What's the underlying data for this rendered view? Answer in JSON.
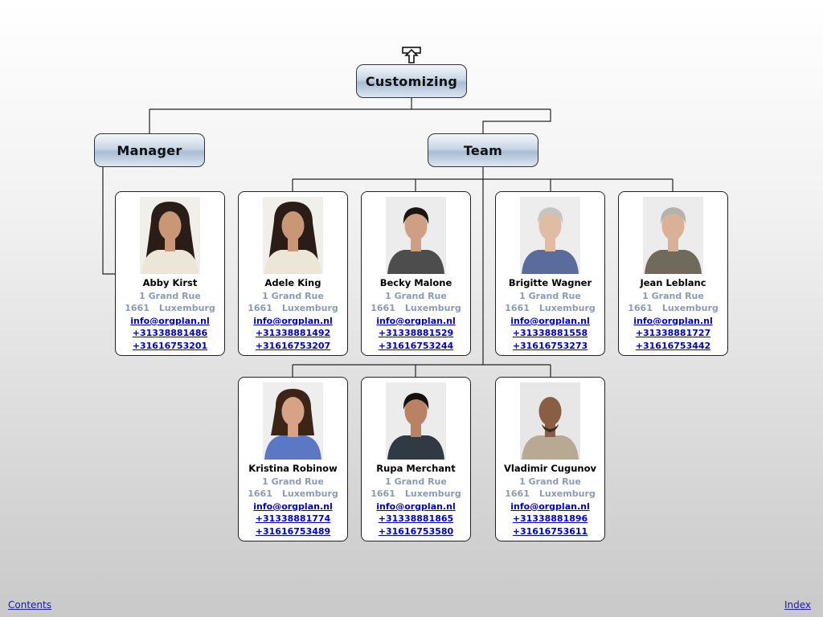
{
  "root": {
    "label": "Customizing"
  },
  "units": [
    {
      "label": "Manager"
    },
    {
      "label": "Team"
    }
  ],
  "people": [
    {
      "name": "Abby Kirst",
      "street": "1 Grand Rue",
      "zip": "1661",
      "city": "Luxemburg",
      "email": "info@orgplan.nl",
      "phone1": "+31338881486",
      "phone2": "+31616753201",
      "photo": {
        "bg": "#f1efe9",
        "skin": "#c99676",
        "hair": "#2a1c16",
        "shirt": "#ece6d8",
        "hair_style": "long"
      }
    },
    {
      "name": "Adele King",
      "street": "1 Grand Rue",
      "zip": "1661",
      "city": "Luxemburg",
      "email": "info@orgplan.nl",
      "phone1": "+31338881492",
      "phone2": "+31616753207",
      "photo": {
        "bg": "#f1efe9",
        "skin": "#c99676",
        "hair": "#2a1c16",
        "shirt": "#ece6d8",
        "hair_style": "long"
      }
    },
    {
      "name": "Becky Malone",
      "street": "1 Grand Rue",
      "zip": "1661",
      "city": "Luxemburg",
      "email": "info@orgplan.nl",
      "phone1": "+31338881529",
      "phone2": "+31616753244",
      "photo": {
        "bg": "#ececec",
        "skin": "#cf9f84",
        "hair": "#1b1512",
        "shirt": "#4d4d4d",
        "hair_style": "short"
      }
    },
    {
      "name": "Brigitte Wagner",
      "street": "1 Grand Rue",
      "zip": "1661",
      "city": "Luxemburg",
      "email": "info@orgplan.nl",
      "phone1": "+31338881558",
      "phone2": "+31616753273",
      "photo": {
        "bg": "#ededed",
        "skin": "#e1bca5",
        "hair": "#c4c4c0",
        "shirt": "#5a6c9c",
        "hair_style": "short"
      }
    },
    {
      "name": "Jean Leblanc",
      "street": "1 Grand Rue",
      "zip": "1661",
      "city": "Luxemburg",
      "email": "info@orgplan.nl",
      "phone1": "+31338881727",
      "phone2": "+31616753442",
      "photo": {
        "bg": "#ececec",
        "skin": "#d9b197",
        "hair": "#b5b2ad",
        "shirt": "#6f6a5c",
        "hair_style": "short"
      }
    },
    {
      "name": "Kristina Robinow",
      "street": "1 Grand Rue",
      "zip": "1661",
      "city": "Luxemburg",
      "email": "info@orgplan.nl",
      "phone1": "+31338881774",
      "phone2": "+31616753489",
      "photo": {
        "bg": "#eeeeee",
        "skin": "#d6a386",
        "hair": "#3c2416",
        "shirt": "#5b78c4",
        "hair_style": "medium"
      }
    },
    {
      "name": "Rupa Merchant",
      "street": "1 Grand Rue",
      "zip": "1661",
      "city": "Luxemburg",
      "email": "info@orgplan.nl",
      "phone1": "+31338881865",
      "phone2": "+31616753580",
      "photo": {
        "bg": "#ececec",
        "skin": "#b98262",
        "hair": "#15100d",
        "shirt": "#2f3a44",
        "hair_style": "short"
      }
    },
    {
      "name": "Vladimir Cugunov",
      "street": "1 Grand Rue",
      "zip": "1661",
      "city": "Luxemburg",
      "email": "info@orgplan.nl",
      "phone1": "+31338881896",
      "phone2": "+31616753611",
      "photo": {
        "bg": "#e7e7e7",
        "skin": "#8a5e45",
        "hair": "#3a2c24",
        "shirt": "#b7a993",
        "hair_style": "bald"
      }
    }
  ],
  "footer": {
    "contents": "Contents",
    "index": "Index"
  },
  "icons": {
    "up": "up-arrow-icon"
  },
  "colors": {
    "link": "#0000cc",
    "address": "#8a9bb3",
    "unit_box": "#a9bcd3"
  }
}
